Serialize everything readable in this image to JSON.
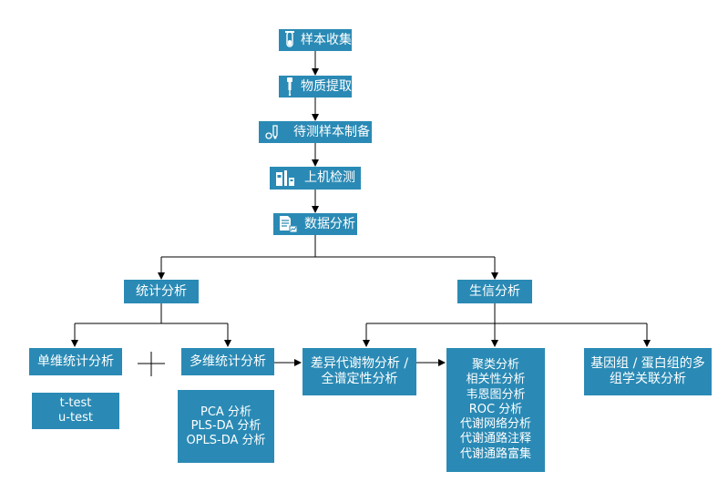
{
  "steps": [
    {
      "label": "样本收集",
      "icon": "test-tube-icon"
    },
    {
      "label": "物质提取",
      "icon": "dropper-icon"
    },
    {
      "label": "待测样本制备",
      "icon": "lab-glassware-icon"
    },
    {
      "label": "上机检测",
      "icon": "instrument-icon"
    },
    {
      "label": "数据分析",
      "icon": "document-chart-icon"
    }
  ],
  "branches": {
    "stat": "统计分析",
    "bio": "生信分析"
  },
  "stat_children": {
    "univariate": "单维统计分析",
    "multivariate": "多维统计分析",
    "plus": "+",
    "univariate_methods": [
      "t-test",
      "u-test"
    ],
    "multivariate_methods": [
      "PCA 分析",
      "PLS-DA 分析",
      "OPLS-DA 分析"
    ]
  },
  "bio_children": {
    "differential": [
      "差异代谢物分析 /",
      "全谱定性分析"
    ],
    "cluster": [
      "聚类分析",
      "相关性分析",
      "韦恩图分析",
      "ROC 分析",
      "代谢网络分析",
      "代谢通路注释",
      "代谢通路富集"
    ],
    "multiomics": [
      "基因组 / 蛋白组的多",
      "组学关联分析"
    ]
  },
  "colors": {
    "box": "#2a8ab5",
    "line": "#000000",
    "text": "#ffffff"
  }
}
